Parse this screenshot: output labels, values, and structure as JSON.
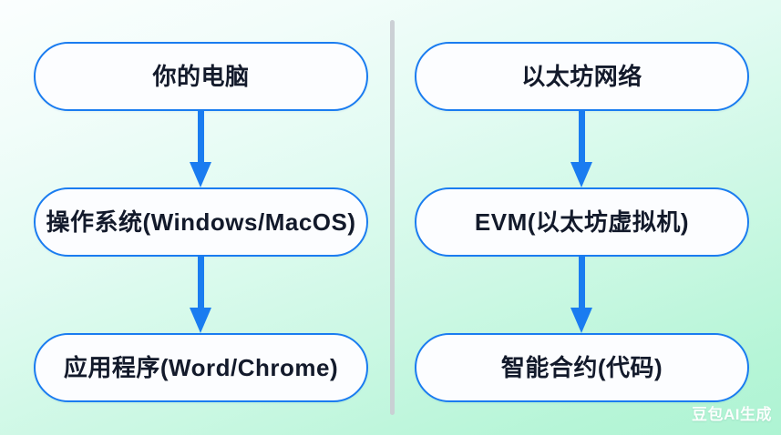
{
  "diagram": {
    "title": "",
    "background": {
      "gradient_from": "#fbfefe",
      "gradient_to": "#aef4d3"
    },
    "node_border_color": "#1a7cf0",
    "node_fill_color": "#fcfdff",
    "arrow_color": "#1a7cf0",
    "divider_color": "#c9ced3",
    "columns": [
      {
        "name": "computer-analogy",
        "nodes": [
          {
            "label": "你的电脑"
          },
          {
            "label": "操作系统(Windows/MacOS)"
          },
          {
            "label": "应用程序(Word/Chrome)"
          }
        ],
        "arrows": [
          {
            "direction": "down"
          },
          {
            "direction": "down"
          }
        ]
      },
      {
        "name": "ethereum-analogy",
        "nodes": [
          {
            "label": "以太坊网络"
          },
          {
            "label": "EVM(以太坊虚拟机)"
          },
          {
            "label": "智能合约(代码)"
          }
        ],
        "arrows": [
          {
            "direction": "down"
          },
          {
            "direction": "down"
          }
        ]
      }
    ]
  },
  "watermark": {
    "text": "豆包AI生成"
  }
}
